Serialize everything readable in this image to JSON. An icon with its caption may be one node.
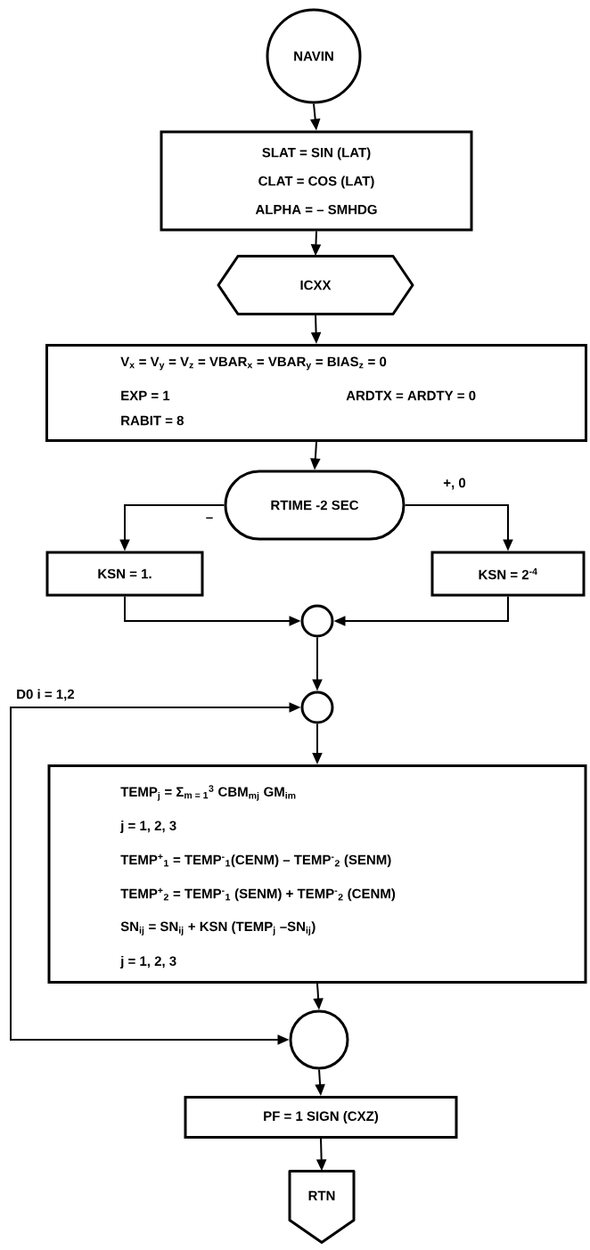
{
  "diagram": {
    "nodes": [
      {
        "text": [
          "NAVIN"
        ]
      },
      {
        "text": [
          "SLAT = SIN (LAT)",
          "CLAT = COS (LAT)",
          "ALPHA = – SMHDG"
        ]
      },
      {
        "text": [
          "ICXX"
        ]
      },
      {
        "text": [
          "V$_{x}$ = V$_{y}$ = V$_{z}$ = VBAR$_{x}$ = VBAR$_{y}$ = BIAS$_{z}$ = 0",
          "EXP = 1",
          "ARDTX = ARDTY = 0",
          "RABIT = 8"
        ]
      },
      {
        "text": [
          "RTIME -2 SEC"
        ]
      },
      {
        "text": [
          "KSN = 1."
        ]
      },
      {
        "text": [
          "KSN = 2$^{-4}$"
        ]
      },
      {
        "text": [],
        "shape": "circle"
      },
      {
        "text": [],
        "shape": "circle"
      },
      {
        "text": [
          "TEMP$_{j}$ = Σ$_{m = 1}$$^{3}$ CBM$_{mj}$ GM$_{im}$",
          "j = 1, 2, 3",
          "TEMP$^{+}$$_{1}$ = TEMP$^{-}$$_{1}$(CENM) – TEMP$^{-}$$_{2}$ (SENM)",
          "TEMP$^{+}$$_{2}$ = TEMP$^{-}$$_{1}$ (SENM) + TEMP$^{-}$$_{2}$ (CENM)",
          "SN$_{ij}$ = SN$_{ij}$ + KSN (TEMP$_{j}$ –SN$_{ij}$)",
          "j = 1, 2, 3"
        ]
      },
      {
        "text": [],
        "shape": "circle"
      },
      {
        "text": [
          "PF = 1 SIGN (CXZ)"
        ]
      },
      {
        "text": [
          "RTN"
        ]
      }
    ],
    "edges": [
      {
        "from": 0,
        "to": 1,
        "arrow": "to"
      },
      {
        "from": 1,
        "to": 2,
        "arrow": "to"
      },
      {
        "from": 2,
        "to": 3,
        "arrow": "to"
      },
      {
        "from": 3,
        "to": 4,
        "arrow": "to"
      },
      {
        "from": 4,
        "to": 5,
        "arrow": "to",
        "label": "–"
      },
      {
        "from": 4,
        "to": 6,
        "arrow": "to",
        "label": "+, 0"
      },
      {
        "from": 5,
        "to": 7,
        "arrow": "to"
      },
      {
        "from": 6,
        "to": 7,
        "arrow": "to"
      },
      {
        "from": 7,
        "to": 8,
        "arrow": "to"
      },
      {
        "from": 8,
        "to": 9,
        "arrow": "to"
      },
      {
        "from": 9,
        "to": 10,
        "arrow": "to"
      },
      {
        "from": 10,
        "to": 8,
        "arrow": "both",
        "label": "D0 i = 1,2"
      },
      {
        "from": 10,
        "to": 11,
        "arrow": "to"
      },
      {
        "from": 11,
        "to": 12,
        "arrow": "to"
      }
    ]
  }
}
